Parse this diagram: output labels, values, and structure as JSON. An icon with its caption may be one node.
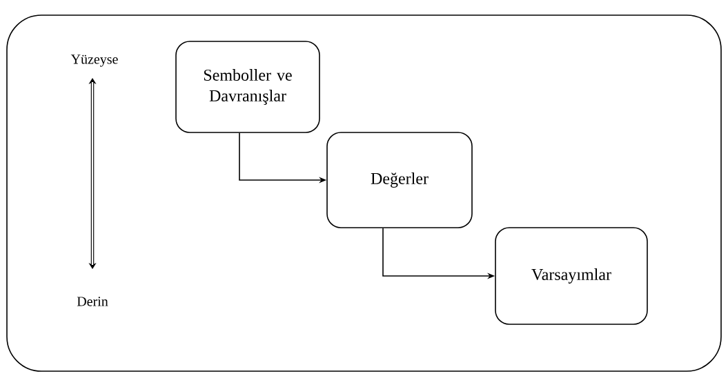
{
  "diagram": {
    "nodes": [
      {
        "text": [
          "Semboller ve Davranışlar"
        ]
      },
      {
        "text": [
          "Değerler"
        ]
      },
      {
        "text": [
          "Varsayımlar"
        ]
      }
    ],
    "edges": [
      {
        "from": 0,
        "to": 1,
        "arrow": "to"
      },
      {
        "from": 1,
        "to": 2,
        "arrow": "to"
      }
    ],
    "labels": [
      "Yüzeyse",
      "Derin"
    ]
  }
}
